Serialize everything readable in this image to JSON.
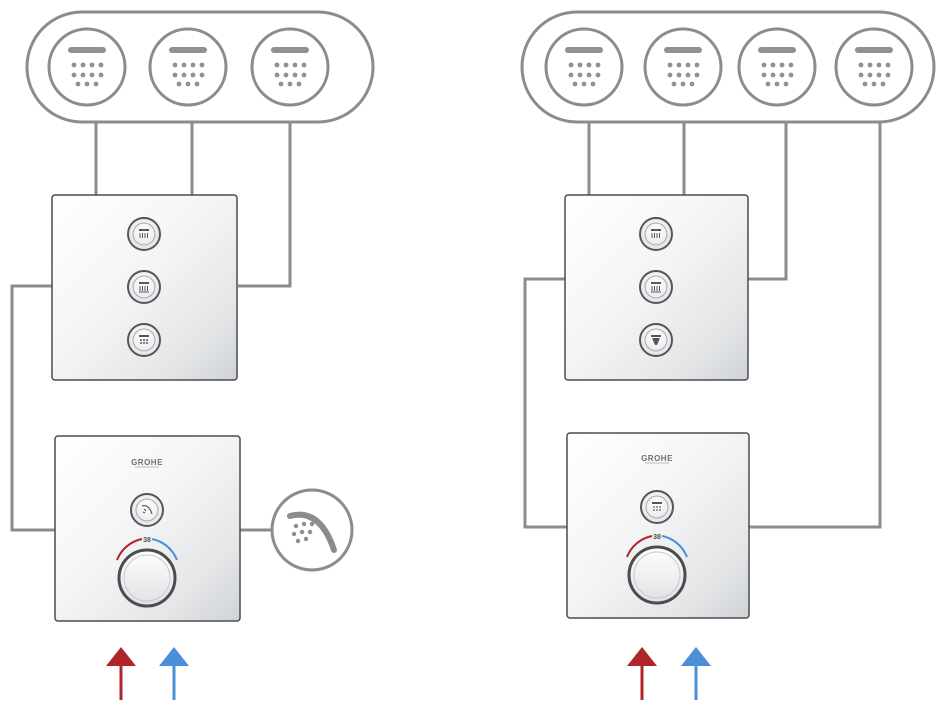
{
  "diagrams": [
    {
      "name": "three-outlet-system",
      "brand": "GROHE",
      "temperature": "38",
      "sprays": 3,
      "button_icons": [
        "rain-spray-icon",
        "jet-spray-icon",
        "massage-spray-icon"
      ],
      "thermostat_button_icon": "hand-shower-icon",
      "extra_outlet": "hand-shower-icon"
    },
    {
      "name": "four-outlet-system",
      "brand": "GROHE",
      "temperature": "38",
      "sprays": 4,
      "button_icons": [
        "rain-spray-icon",
        "jet-spray-icon",
        "waterfall-spray-icon"
      ],
      "thermostat_button_icon": "rain-spray-icon"
    }
  ],
  "colors": {
    "hot_water": "#b0252a",
    "cold_water": "#4a90d9",
    "pipe": "#8a8c90",
    "outline": "#8a8c90"
  }
}
